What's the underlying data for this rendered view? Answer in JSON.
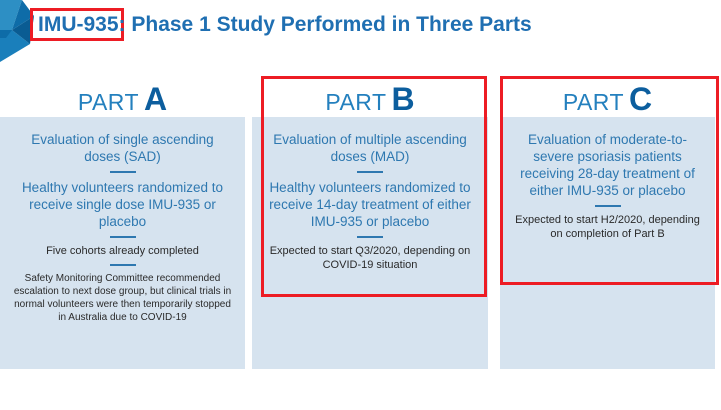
{
  "header": {
    "logo_icon": "chevron-logo-icon",
    "highlight": "IMU-935",
    "rest": ": Phase 1 Study Performed in Three Parts",
    "highlight_box_color": "#ED1C24",
    "title_color": "#1F6FB2"
  },
  "colors": {
    "panel_bg": "#D6E3EF",
    "primary_blue": "#2E78B0",
    "head_word": "#2480BE",
    "head_letter": "#0C5E9E",
    "red": "#ED1C24",
    "body_text": "#2A2A2A"
  },
  "parts": [
    {
      "id": "a",
      "word": "PART",
      "letter": "A",
      "highlighted": false,
      "blocks": [
        {
          "style": "main",
          "text": "Evaluation of single ascending doses (SAD)"
        },
        {
          "style": "main",
          "text": "Healthy volunteers randomized to receive single dose IMU-935 or placebo"
        },
        {
          "style": "sub",
          "text": "Five cohorts already completed"
        },
        {
          "style": "small",
          "text": "Safety Monitoring Committee recommended escalation to next dose group, but clinical trials in normal volunteers were then temporarily stopped in Australia due to COVID-19"
        }
      ]
    },
    {
      "id": "b",
      "word": "PART",
      "letter": "B",
      "highlighted": true,
      "blocks": [
        {
          "style": "main",
          "text": "Evaluation of multiple ascending doses (MAD)"
        },
        {
          "style": "main",
          "text": "Healthy volunteers randomized to receive 14-day treatment of either IMU-935 or placebo"
        },
        {
          "style": "sub",
          "text": "Expected to start Q3/2020, depending on COVID-19 situation"
        }
      ]
    },
    {
      "id": "c",
      "word": "PART",
      "letter": "C",
      "highlighted": true,
      "blocks": [
        {
          "style": "main",
          "text": "Evaluation of moderate-to-severe psoriasis patients receiving 28-day treatment of either IMU-935 or placebo"
        },
        {
          "style": "sub",
          "text": "Expected to start H2/2020, depending on completion of Part B"
        }
      ]
    }
  ]
}
